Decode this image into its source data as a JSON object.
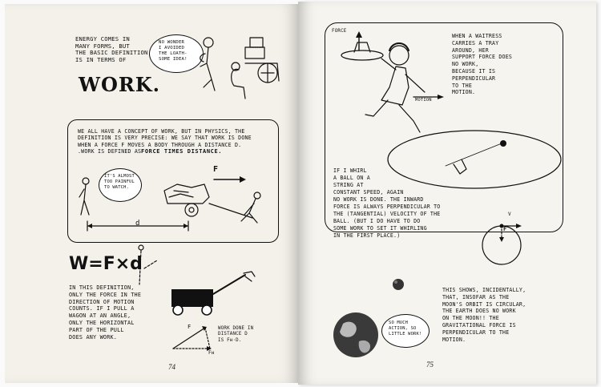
{
  "left_page": {
    "intro": "ENERGY COMES IN\nMANY FORMS, BUT\nTHE BASIC DEFINITION\nIS IN TERMS OF",
    "work_title": "WORK.",
    "bubble_wonder": "NO WONDER\nI AVOIDED\nTHE LOATH-\nSOME IDEA!",
    "panel_text": "WE ALL HAVE A CONCEPT OF WORK, BUT IN PHYSICS, THE\nDEFINITION IS VERY PRECISE: WE SAY THAT WORK IS DONE\nWHEN A FORCE F MOVES A BODY THROUGH A DISTANCE d.\n.WORK IS DEFINED AS",
    "force_times_distance": "FORCE TIMES DISTANCE.",
    "bubble_painful": "IT'S ALMOST\nTOO PAINFUL\nTO WATCH.",
    "label_F": "F",
    "label_d": "d",
    "formula": "W=F×d",
    "definition": "IN THIS DEFINITION,\nONLY THE FORCE IN THE\nDIRECTION OF MOTION\nCOUNTS. IF I PULL A\nWAGON AT AN ANGLE,\nONLY THE HORIZONTAL\nPART OF THE PULL\nDOES ANY WORK.",
    "vector_F": "F",
    "vector_Fh": "Fʜ",
    "work_done": "WORK DONE IN\nDISTANCE d\nIS Fʜ·d.",
    "page_number": "74"
  },
  "right_page": {
    "label_force": "FORCE",
    "waitress_text": "WHEN A WAITRESS\nCARRIES A TRAY\nAROUND, HER\nSUPPORT FORCE DOES\nNO WORK,\nBECAUSE IT IS\nPERPENDICULAR\nTO THE\nMOTION.",
    "label_motion": "MOTION",
    "whirl_text": "IF I WHIRL\nA BALL ON A\nSTRING AT\nCONSTANT SPEED, AGAIN\nNO WORK IS DONE. THE INWARD\nFORCE IS ALWAYS PERPENDICULAR TO\nTHE (TANGENTIAL) VELOCITY OF THE\nBALL. (BUT I DO HAVE TO DO\nSOME WORK TO SET IT WHIRLING\nIN THE FIRST PLACE.)",
    "label_v": "V",
    "label_F": "F",
    "moon_text": "THIS SHOWS, INCIDENTALLY,\nTHAT, INSOFAR AS THE\nMOON'S ORBIT IS CIRCULAR,\nTHE EARTH DOES NO WORK\nON THE MOON!! THE\nGRAVITATIONAL FORCE IS\nPERPENDICULAR TO THE\nMOTION.",
    "bubble_action": "SO MUCH\nACTION, SO\nLITTLE WORK!",
    "page_number": "75"
  }
}
